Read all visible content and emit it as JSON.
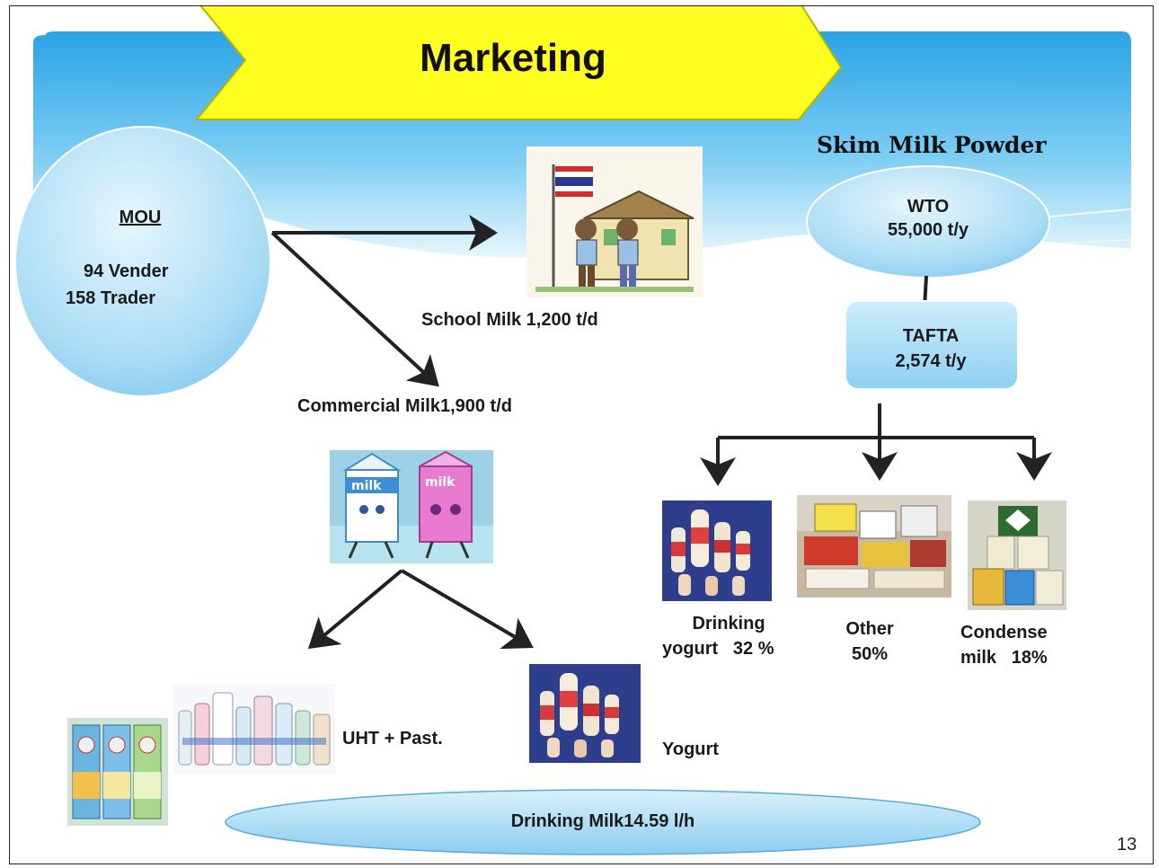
{
  "slide": {
    "title": "Marketing",
    "subtitle": "Skim Milk Powder",
    "page_number": "13"
  },
  "mou": {
    "heading": "MOU",
    "line1": "94 Vender",
    "line2": "158  Trader"
  },
  "school_milk": {
    "label": "School  Milk 1,200 t/d"
  },
  "commercial_milk": {
    "label": "Commercial Milk1,900 t/d"
  },
  "wto": {
    "line1": "WTO",
    "line2": "55,000 t/y"
  },
  "tafta": {
    "line1": "TAFTA",
    "line2": "2,574  t/y"
  },
  "uses": {
    "drinking_yogurt": {
      "line1": "Drinking",
      "line2": "yogurt   32 %"
    },
    "other": {
      "line1": "Other",
      "line2": "50%"
    },
    "condense": {
      "line1": "Condense",
      "line2": "milk   18%"
    }
  },
  "products": {
    "uht_past": "UHT + Past.",
    "yogurt": "Yogurt",
    "milk_carton_text": "milk"
  },
  "drinking_milk": {
    "label": "Drinking Milk14.59 l/h"
  },
  "colors": {
    "banner_yellow": "#ffff22",
    "sky_blue": "#3aaee8",
    "bubble_blue": "#bfe4f7",
    "arrow_dark": "#222222"
  }
}
